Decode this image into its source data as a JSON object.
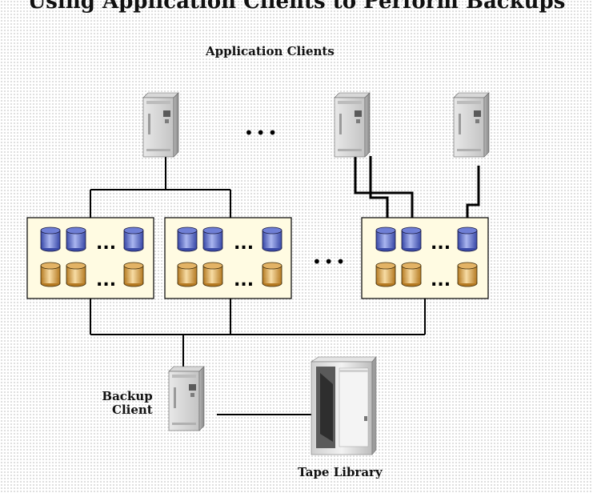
{
  "header": {
    "title_fragment": "Using Application Clients to Perform Backups"
  },
  "labels": {
    "application_clients": "Application Clients",
    "backup_client_line1": "Backup",
    "backup_client_line2": "Client",
    "tape_library": "Tape Library"
  },
  "ellipsis": "•••",
  "disk_ellipsis": "...",
  "colors": {
    "blue_disk": "#6f7fd6",
    "orange_disk": "#e3b365",
    "panel": "#fffbe2",
    "line": "#000000"
  },
  "icons": [
    "server-tower-icon",
    "disk-cylinder-icon",
    "tape-library-icon"
  ]
}
